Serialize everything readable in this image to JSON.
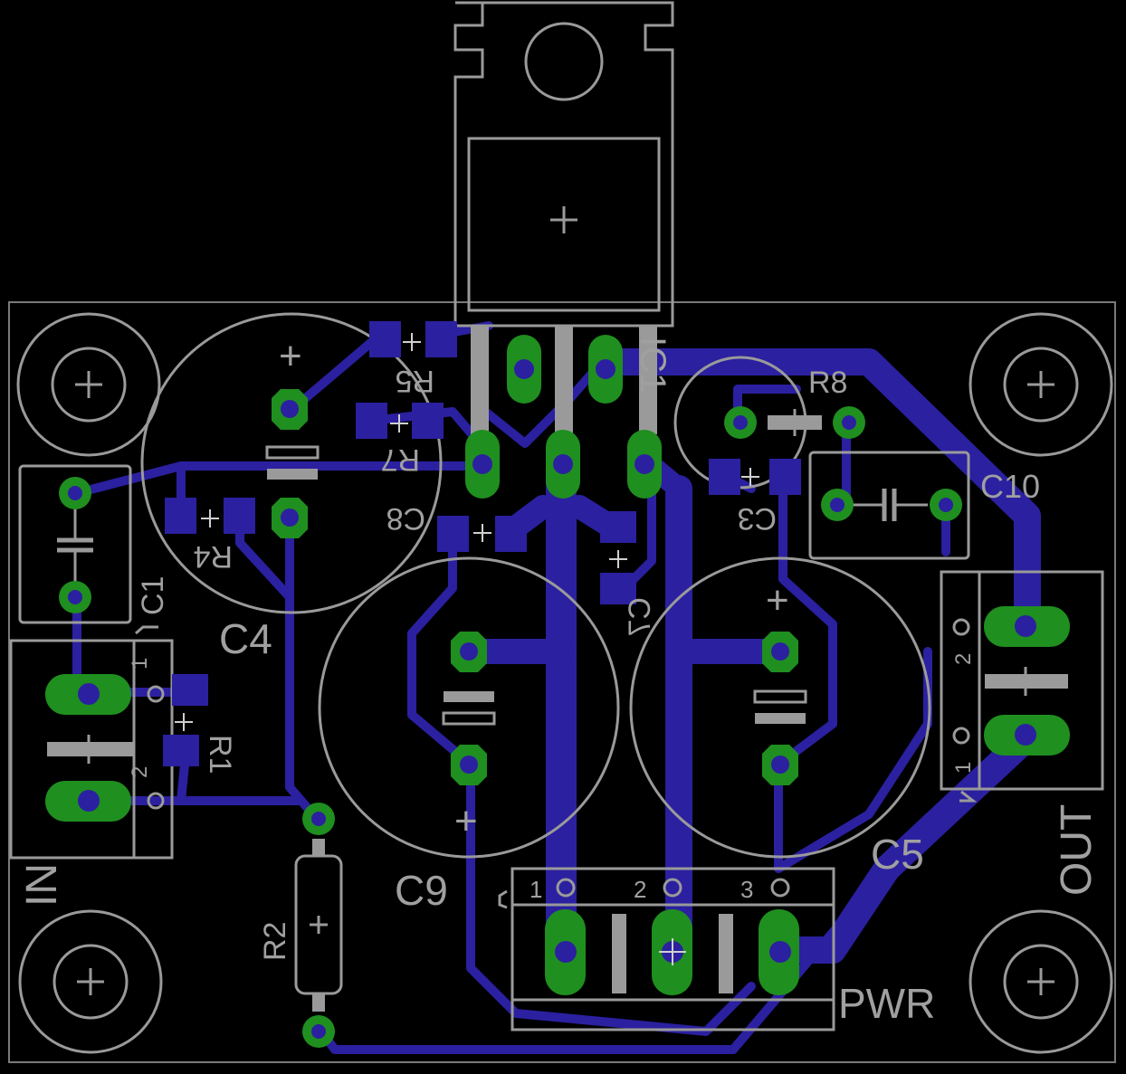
{
  "board": {
    "background": "#000000",
    "silkscreen_color": "#9a9a9a",
    "copper_color": "#2b20a0",
    "pad_color": "#1f8f1f"
  },
  "labels": {
    "in": "IN",
    "out": "OUT",
    "pwr": "PWR",
    "c1": "C1",
    "c4": "C4",
    "c5": "C5",
    "c9": "C9",
    "c10": "C10",
    "r2": "R2",
    "r8": "R8",
    "ic1": "IC1",
    "c3_mirrored": "C3",
    "c7_mirrored": "C7",
    "c8_mirrored": "C8",
    "r1_mirrored": "R1",
    "r4_mirrored": "R4",
    "r5_mirrored": "R5",
    "r7_mirrored": "R7",
    "in_pin1": "1",
    "in_pin2": "2",
    "out_pin1": "1",
    "out_pin2": "2",
    "pwr_pin1": "1",
    "pwr_pin2": "2",
    "pwr_pin3": "3",
    "plus": "+"
  }
}
